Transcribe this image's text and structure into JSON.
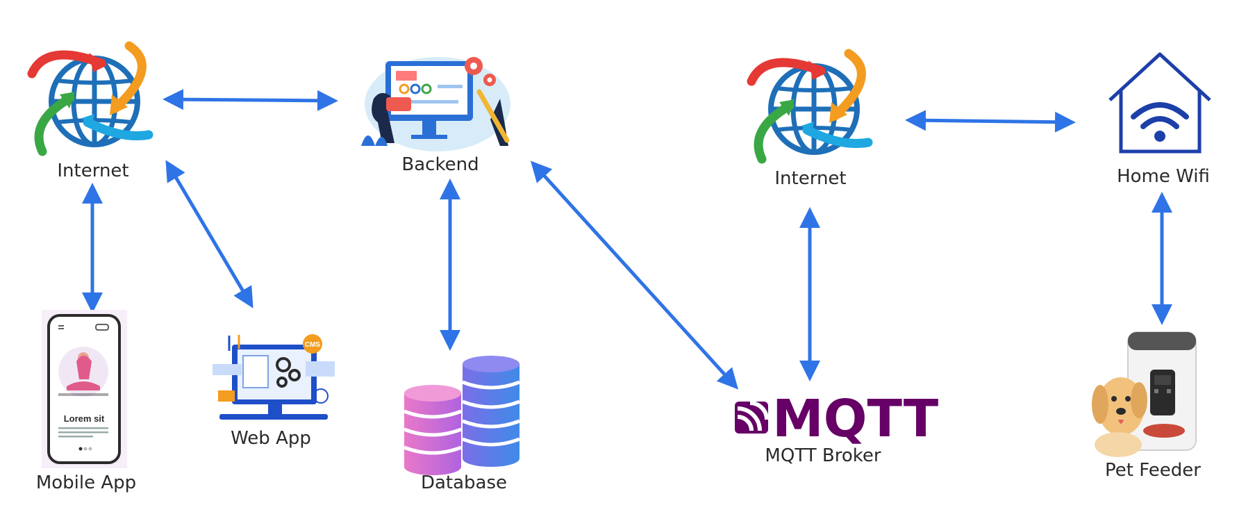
{
  "colors": {
    "arrow": "#2f74e6",
    "globe": "#1e6fb8",
    "arrow_red": "#e53935",
    "arrow_orange": "#f39c1f",
    "arrow_green": "#3aa745",
    "arrow_cyan": "#1ea7e1",
    "house": "#1c3faa",
    "mqtt": "#660066",
    "db_pink": "#e06cc4",
    "db_blue": "#4f7ee8"
  },
  "nodes": {
    "internet_left": {
      "label": "Internet",
      "icon": "globe-icon"
    },
    "backend": {
      "label": "Backend",
      "icon": "developer-workstation-illustration"
    },
    "internet_right": {
      "label": "Internet",
      "icon": "globe-icon"
    },
    "home_wifi": {
      "label": "Home Wifi",
      "icon": "house-wifi-icon"
    },
    "mobile_app": {
      "label": "Mobile App",
      "icon": "smartphone-illustration",
      "screen_title": "Lorem sit"
    },
    "web_app": {
      "label": "Web App",
      "icon": "cms-monitor-illustration",
      "badge": "CMS"
    },
    "database": {
      "label": "Database",
      "icon": "database-stack-icon"
    },
    "mqtt_broker": {
      "label": "MQTT Broker",
      "logo_text": "MQTT",
      "icon": "mqtt-logo"
    },
    "pet_feeder": {
      "label": "Pet Feeder",
      "icon": "pet-feeder-photo"
    }
  }
}
